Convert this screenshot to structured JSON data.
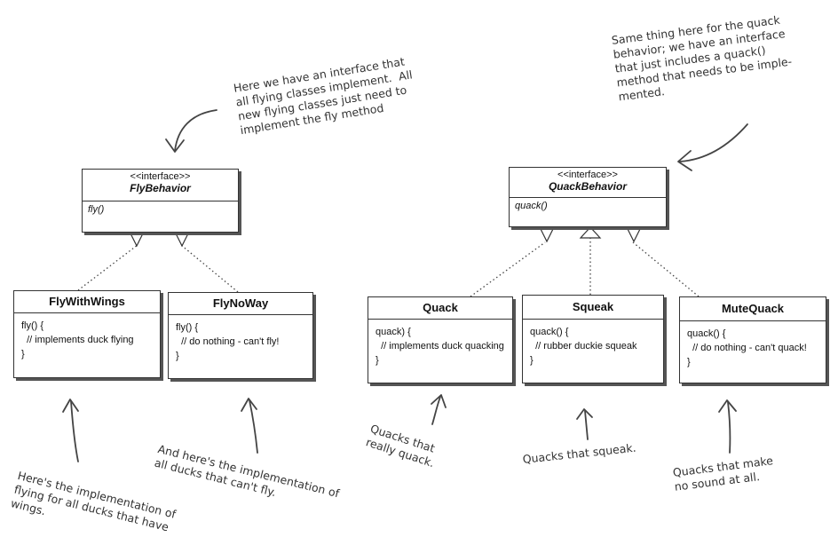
{
  "interfaces": {
    "fly": {
      "stereotype": "<<interface>>",
      "name": "FlyBehavior",
      "method": "fly()"
    },
    "quack": {
      "stereotype": "<<interface>>",
      "name": "QuackBehavior",
      "method": "quack()"
    }
  },
  "classes": {
    "fly_with_wings": {
      "name": "FlyWithWings",
      "lines": [
        "fly() {",
        "  // implements duck flying",
        "}"
      ]
    },
    "fly_no_way": {
      "name": "FlyNoWay",
      "lines": [
        "fly() {",
        "  // do nothing - can't fly!",
        "}"
      ]
    },
    "quack": {
      "name": "Quack",
      "lines": [
        "quack) {",
        "  // implements duck quacking",
        "}"
      ]
    },
    "squeak": {
      "name": "Squeak",
      "lines": [
        "quack() {",
        "  // rubber duckie squeak",
        "}"
      ]
    },
    "mute_quack": {
      "name": "MuteQuack",
      "lines": [
        "quack() {",
        "  // do nothing - can't quack!",
        "}"
      ]
    }
  },
  "annotations": {
    "fly_interface_note": "Here we have an interface that\nall flying classes implement.  All\nnew flying classes just need to\nimplement the fly method",
    "quack_interface_note": "Same thing here for the quack\nbehavior; we have an interface\nthat just includes a quack()\nmethod that needs to be imple-\nmented.",
    "fly_wings_note": "Here's the implementation of\nflying for all ducks that have\nwings.",
    "fly_no_way_note": "And here's the implementation of\nall ducks that can't fly.",
    "quack_note": "Quacks that\nreally quack.",
    "squeak_note": "Quacks that squeak.",
    "mute_note": "Quacks that make\nno sound at all."
  }
}
